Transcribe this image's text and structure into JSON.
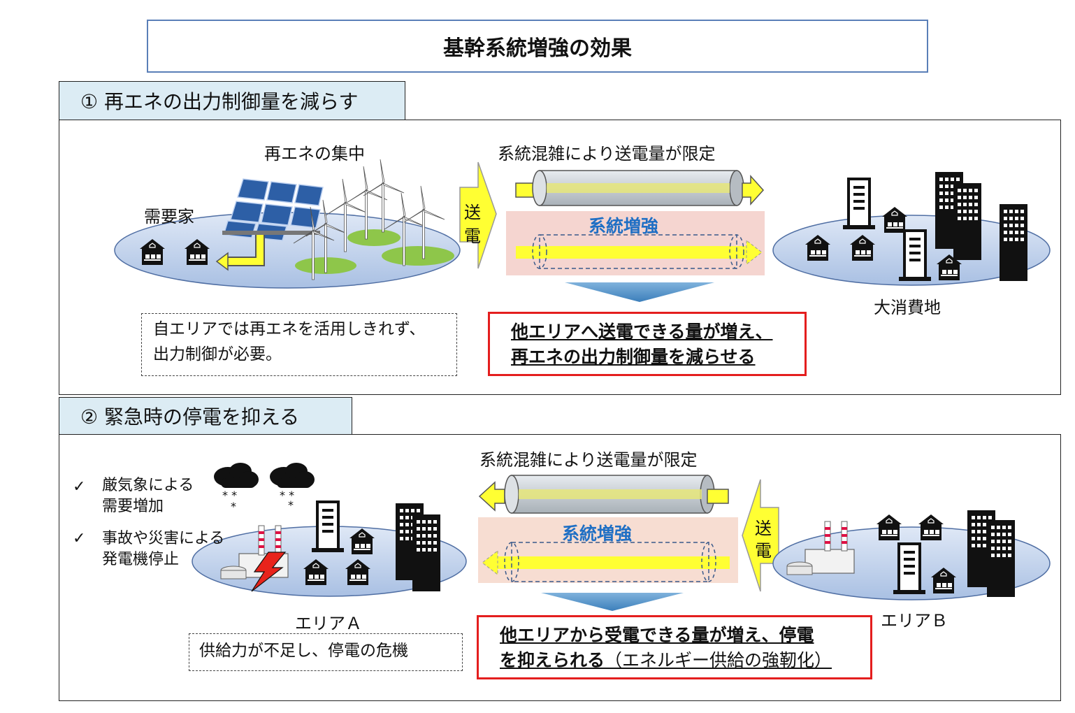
{
  "title": "基幹系統増強の効果",
  "section1": {
    "tab": "① 再エネの出力制御量を減らす",
    "renewables_label": "再エネの集中",
    "consumers_label": "需要家",
    "send_label_1": "送",
    "send_label_2": "電",
    "congestion_label": "系統混雑により送電量が限定",
    "reinforcement_label": "系統増強",
    "big_consumer_label": "大消費地",
    "note_line1": "自エリアでは再エネを活用しきれず、",
    "note_line2": "出力制御が必要。",
    "result_line1": "他エリアへ送電できる量が増え、",
    "result_line2": "再エネの出力制御量を減らせる"
  },
  "section2": {
    "tab": "② 緊急時の停電を抑える",
    "congestion_label": "系統混雑により送電量が限定",
    "reinforcement_label": "系統増強",
    "send_label_1": "送",
    "send_label_2": "電",
    "check1_line1": "厳気象による",
    "check1_line2": "需要増加",
    "check2_line1": "事故や災害による",
    "check2_line2": "発電機停止",
    "check_mark": "✓",
    "area_a_label": "エリアＡ",
    "area_b_label": "エリアＢ",
    "note": "供給力が不足し、停電の危機",
    "result_line1": "他エリアから受電できる量が増え、停電",
    "result_line2_bold": "を抑えられる",
    "result_line2_normal": "（エネルギー供給の強靭化）"
  },
  "colors": {
    "tab_bg": "#dcecf4",
    "ellipse_fill": "#bcd0ec",
    "arrow_yellow": "#ffff33",
    "reinforce_bg": "#f5d5d0",
    "reinforce_text": "#1f6fc4",
    "result_border": "#e41e1e",
    "down_arrow": "#4a8fc6"
  }
}
